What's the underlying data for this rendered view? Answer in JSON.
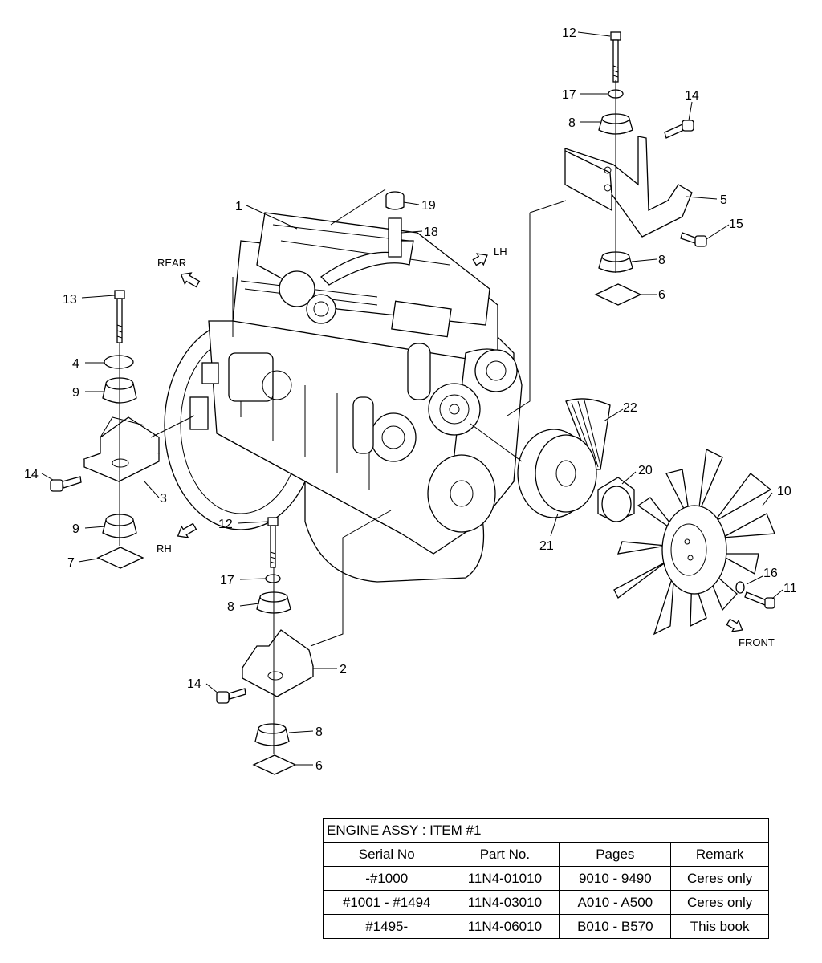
{
  "callouts": [
    {
      "id": "c1",
      "label": "1"
    },
    {
      "id": "c2",
      "label": "2"
    },
    {
      "id": "c3",
      "label": "3"
    },
    {
      "id": "c4",
      "label": "4"
    },
    {
      "id": "c5",
      "label": "5"
    },
    {
      "id": "c6a",
      "label": "6"
    },
    {
      "id": "c6b",
      "label": "6"
    },
    {
      "id": "c7",
      "label": "7"
    },
    {
      "id": "c8a",
      "label": "8"
    },
    {
      "id": "c8b",
      "label": "8"
    },
    {
      "id": "c8c",
      "label": "8"
    },
    {
      "id": "c8d",
      "label": "8"
    },
    {
      "id": "c9a",
      "label": "9"
    },
    {
      "id": "c9b",
      "label": "9"
    },
    {
      "id": "c10",
      "label": "10"
    },
    {
      "id": "c11",
      "label": "11"
    },
    {
      "id": "c12a",
      "label": "12"
    },
    {
      "id": "c12b",
      "label": "12"
    },
    {
      "id": "c13",
      "label": "13"
    },
    {
      "id": "c14a",
      "label": "14"
    },
    {
      "id": "c14b",
      "label": "14"
    },
    {
      "id": "c14c",
      "label": "14"
    },
    {
      "id": "c15",
      "label": "15"
    },
    {
      "id": "c16",
      "label": "16"
    },
    {
      "id": "c17a",
      "label": "17"
    },
    {
      "id": "c17b",
      "label": "17"
    },
    {
      "id": "c18",
      "label": "18"
    },
    {
      "id": "c19",
      "label": "19"
    },
    {
      "id": "c20",
      "label": "20"
    },
    {
      "id": "c21",
      "label": "21"
    },
    {
      "id": "c22",
      "label": "22"
    }
  ],
  "directions": {
    "rear": "REAR",
    "lh": "LH",
    "rh": "RH",
    "front": "FRONT"
  },
  "table": {
    "title": "ENGINE ASSY : ITEM #1",
    "headers": [
      "Serial No",
      "Part No.",
      "Pages",
      "Remark"
    ],
    "rows": [
      [
        "-#1000",
        "11N4-01010",
        "9010 - 9490",
        "Ceres only"
      ],
      [
        "#1001 - #1494",
        "11N4-03010",
        "A010 - A500",
        "Ceres only"
      ],
      [
        "#1495-",
        "11N4-06010",
        "B010 - B570",
        "This book"
      ]
    ]
  }
}
